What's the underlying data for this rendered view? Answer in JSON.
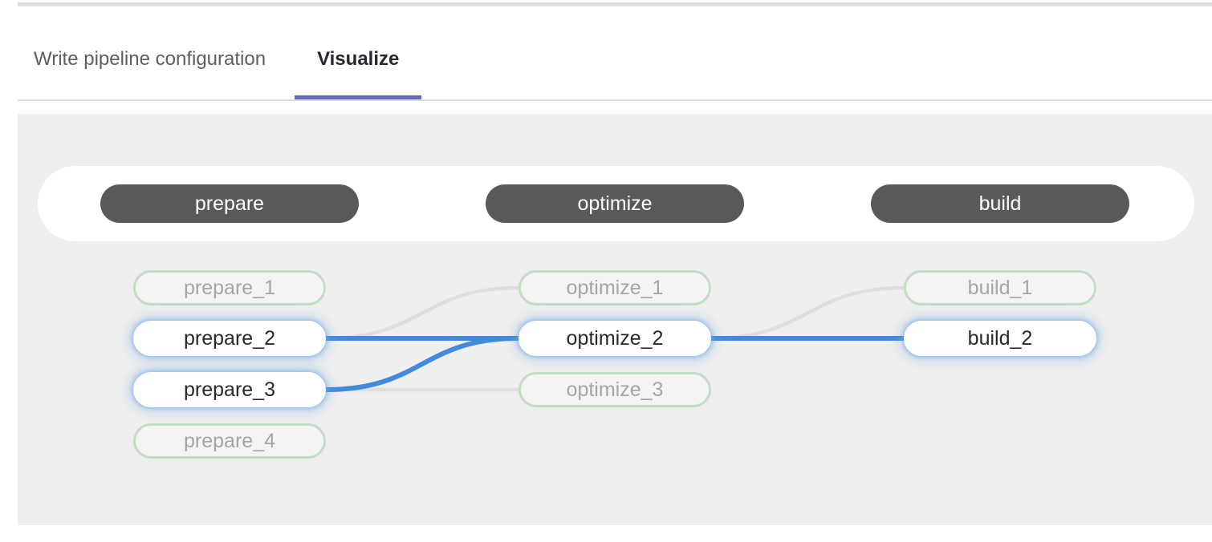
{
  "tabs": [
    {
      "label": "Write pipeline configuration",
      "active": false
    },
    {
      "label": "Visualize",
      "active": true
    }
  ],
  "colors": {
    "accent_purple": "#6666c4",
    "link_blue": "#418add",
    "link_gray": "#dedede",
    "stage_pill_gray": "#595959",
    "dimmed_border_green": "#c3dcc6",
    "panel_background": "#efefef"
  },
  "pipeline": {
    "stages": [
      {
        "name": "prepare",
        "jobs": [
          {
            "name": "prepare_1",
            "state": "dimmed"
          },
          {
            "name": "prepare_2",
            "state": "highlighted"
          },
          {
            "name": "prepare_3",
            "state": "highlighted"
          },
          {
            "name": "prepare_4",
            "state": "dimmed"
          }
        ]
      },
      {
        "name": "optimize",
        "jobs": [
          {
            "name": "optimize_1",
            "state": "dimmed"
          },
          {
            "name": "optimize_2",
            "state": "highlighted"
          },
          {
            "name": "optimize_3",
            "state": "dimmed"
          }
        ]
      },
      {
        "name": "build",
        "jobs": [
          {
            "name": "build_1",
            "state": "dimmed"
          },
          {
            "name": "build_2",
            "state": "highlighted"
          }
        ]
      }
    ],
    "links": [
      {
        "from": "prepare_2",
        "to": "optimize_1",
        "state": "dimmed"
      },
      {
        "from": "prepare_3",
        "to": "optimize_3",
        "state": "dimmed"
      },
      {
        "from": "optimize_2",
        "to": "build_1",
        "state": "dimmed"
      },
      {
        "from": "prepare_2",
        "to": "optimize_2",
        "state": "highlighted"
      },
      {
        "from": "prepare_3",
        "to": "optimize_2",
        "state": "highlighted"
      },
      {
        "from": "optimize_2",
        "to": "build_2",
        "state": "highlighted"
      }
    ]
  }
}
